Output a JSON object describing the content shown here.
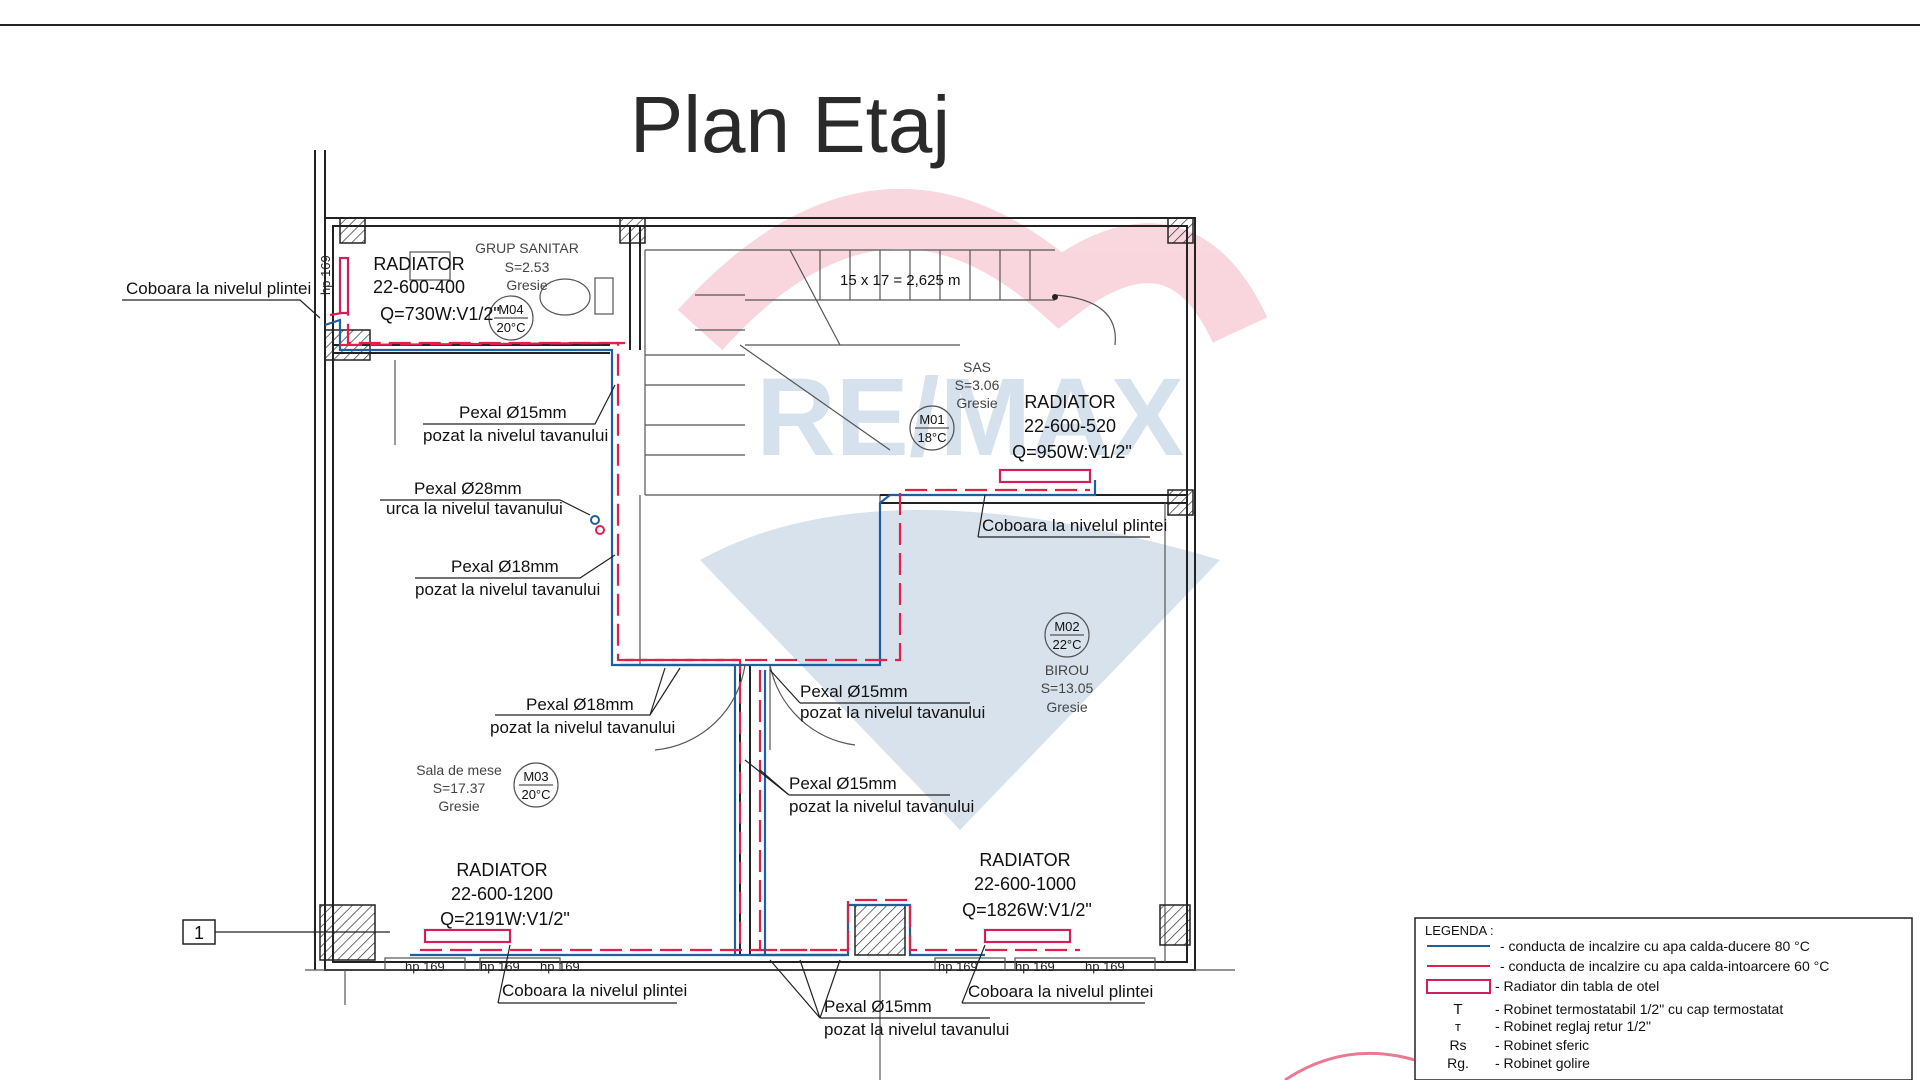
{
  "title": "Plan Etaj",
  "stair_label": "15 x 17 = 2,625 m",
  "rooms": [
    {
      "id": "grup-sanitar",
      "name": "GRUP SANITAR",
      "area": "S=2.53",
      "finish": "Gresie"
    },
    {
      "id": "sas",
      "name": "SAS",
      "area": "S=3.06",
      "finish": "Gresie"
    },
    {
      "id": "birou",
      "name": "BIROU",
      "area": "S=13.05",
      "finish": "Gresie"
    },
    {
      "id": "sala-de-mese",
      "name": "Sala de mese",
      "area": "S=17.37",
      "finish": "Gresie"
    }
  ],
  "room_tags": [
    {
      "code": "M04",
      "temp": "20°C"
    },
    {
      "code": "M01",
      "temp": "18°C"
    },
    {
      "code": "M02",
      "temp": "22°C"
    },
    {
      "code": "M03",
      "temp": "20°C"
    }
  ],
  "radiators": [
    {
      "label": "RADIATOR",
      "model": "22-600-400",
      "power": "Q=730W:V1/2\""
    },
    {
      "label": "RADIATOR",
      "model": "22-600-520",
      "power": "Q=950W:V1/2\""
    },
    {
      "label": "RADIATOR",
      "model": "22-600-1200",
      "power": "Q=2191W:V1/2\""
    },
    {
      "label": "RADIATOR",
      "model": "22-600-1000",
      "power": "Q=1826W:V1/2\""
    }
  ],
  "annotations": {
    "coboara": "Coboara la nivelul plintei",
    "pexal15": "Pexal Ø15mm",
    "pexal18": "Pexal Ø18mm",
    "pexal28": "Pexal Ø28mm",
    "pozat_tavan": "pozat la nivelul tavanului",
    "urca_tavan": "urca la nivelul tavanului"
  },
  "window_tag": "hp 169",
  "axis_marker": "1",
  "legend": {
    "title": "LEGENDA :",
    "items": [
      {
        "symbol": "",
        "text": "- conducta de incalzire cu apa calda-ducere 80 °C"
      },
      {
        "symbol": "",
        "text": "- conducta de incalzire cu apa calda-intoarcere 60 °C"
      },
      {
        "symbol": "",
        "text": "- Radiator din tabla de otel"
      },
      {
        "symbol": "T",
        "text": "- Robinet termostatabil 1/2\" cu cap termostatat"
      },
      {
        "symbol": "т",
        "text": "- Robinet reglaj retur 1/2\""
      },
      {
        "symbol": "Rs",
        "text": "- Robinet sferic"
      },
      {
        "symbol": "Rg.",
        "text": "- Robinet golire"
      }
    ]
  },
  "watermark": "RE/MAX",
  "colors": {
    "supply": "#1f5f9a",
    "return": "#e0204a",
    "radiator": "#d0205a"
  }
}
